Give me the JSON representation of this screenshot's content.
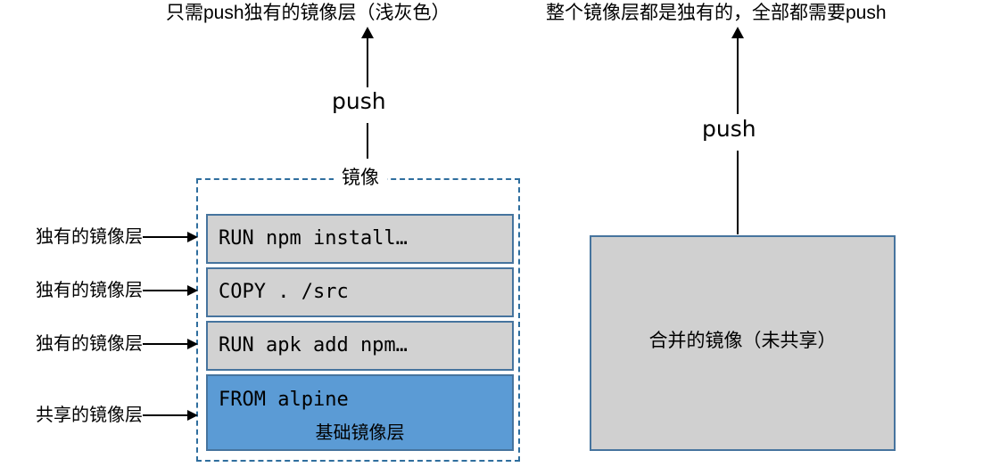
{
  "titles": {
    "left": "只需push独有的镜像层（浅灰色）",
    "right": "整个镜像层都是独有的，全部都需要push"
  },
  "push_arrows": {
    "left_label": "push",
    "right_label": "push"
  },
  "image_container": {
    "label": "镜像",
    "layers": [
      {
        "command": "RUN npm install…",
        "kind": "unique",
        "sublabel": ""
      },
      {
        "command": "COPY . /src",
        "kind": "unique",
        "sublabel": ""
      },
      {
        "command": "RUN apk add npm…",
        "kind": "unique",
        "sublabel": ""
      },
      {
        "command": "FROM alpine",
        "kind": "shared",
        "sublabel": "基础镜像层"
      }
    ]
  },
  "callouts": [
    {
      "text": "独有的镜像层"
    },
    {
      "text": "独有的镜像层"
    },
    {
      "text": "独有的镜像层"
    },
    {
      "text": "共享的镜像层"
    }
  ],
  "merged_box": {
    "label": "合并的镜像（未共享）"
  },
  "colors": {
    "shared_layer_fill": "#5b9bd5",
    "unique_layer_fill": "#d2d2d2",
    "layer_border": "#46749e",
    "dashed_border": "#2f6e9e",
    "merged_fill": "#d0d0d0",
    "text": "#000000",
    "background": "#ffffff"
  }
}
